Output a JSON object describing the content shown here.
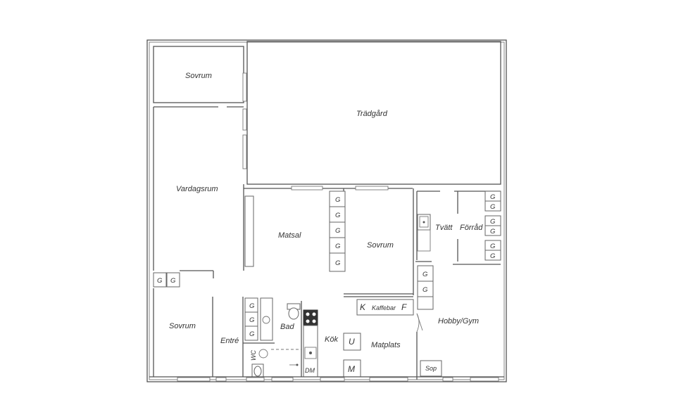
{
  "rooms": {
    "sovrum_top": "Sovrum",
    "tradgard": "Trädgård",
    "vardagsrum": "Vardagsrum",
    "matsal": "Matsal",
    "sovrum_mid": "Sovrum",
    "tvatt": "Tvätt",
    "forrad": "Förråd",
    "sovrum_bottom": "Sovrum",
    "entre": "Entré",
    "bad": "Bad",
    "wc": "WC",
    "kok": "Kök",
    "matplats": "Matplats",
    "hobby_gym": "Hobby/Gym",
    "kaffebar": "Kaffebar"
  },
  "fixtures": {
    "wardrobe": "G",
    "k": "K",
    "f": "F",
    "u": "U",
    "m": "M",
    "dm": "DM",
    "sop": "Sop"
  },
  "colors": {
    "wall": "#555555",
    "background": "#ffffff",
    "text": "#333333"
  }
}
